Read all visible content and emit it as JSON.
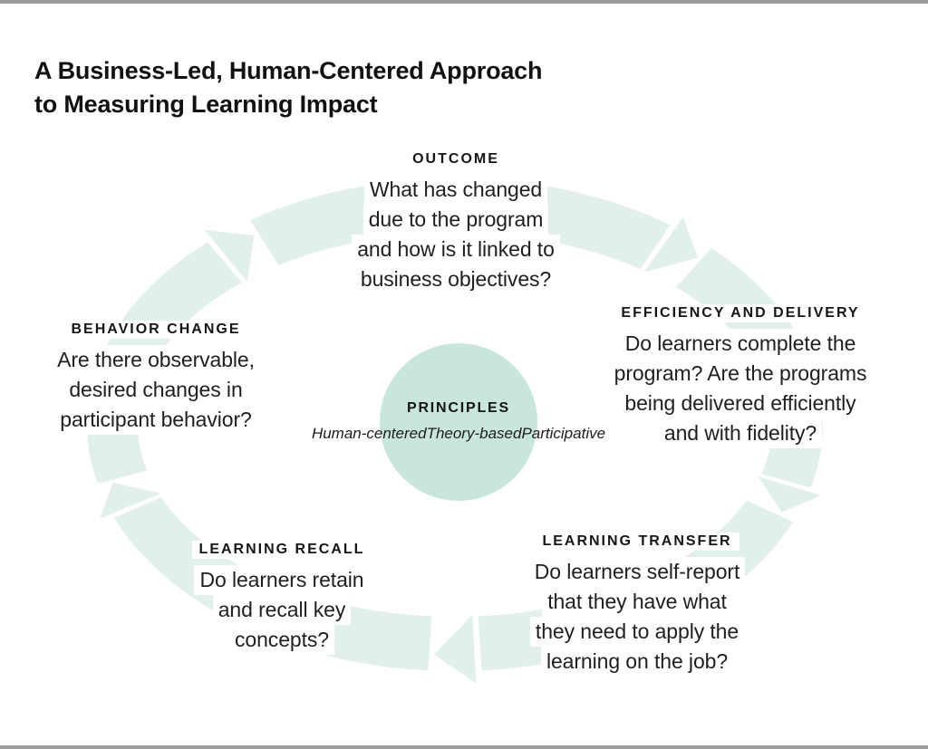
{
  "page": {
    "background": "#ffffff",
    "top_bar_color": "#9c9c9c",
    "bottom_bar_color": "#9c9c9c"
  },
  "title": {
    "lines": [
      "A Business-Led, Human-Centered Approach",
      "to Measuring Learning Impact"
    ]
  },
  "diagram": {
    "type": "cycle",
    "flow_direction": "clockwise",
    "ring_color": "#e2f0ec",
    "center": {
      "bg_color": "#c9e6de",
      "heading": "PRINCIPLES",
      "principles": [
        "Human-centered",
        "Theory-based",
        "Participative"
      ]
    },
    "stages": [
      {
        "heading": "OUTCOME",
        "position": "top",
        "lines": [
          "What has changed",
          "due to the program",
          "and how is it linked to",
          "business objectives?"
        ]
      },
      {
        "heading": "EFFICIENCY AND DELIVERY",
        "position": "right",
        "lines": [
          "Do learners complete the",
          "program? Are the programs",
          "being delivered efficiently",
          "and with fidelity?"
        ]
      },
      {
        "heading": "LEARNING TRANSFER",
        "position": "bottom-right",
        "lines": [
          "Do learners self-report",
          "that they have what",
          "they need to apply the",
          "learning on the job?"
        ]
      },
      {
        "heading": "LEARNING RECALL",
        "position": "bottom-left",
        "lines": [
          "Do learners retain",
          "and recall key",
          "concepts?"
        ]
      },
      {
        "heading": "BEHAVIOR CHANGE",
        "position": "left",
        "lines": [
          "Are there observable,",
          "desired changes in",
          "participant behavior?"
        ]
      }
    ]
  }
}
